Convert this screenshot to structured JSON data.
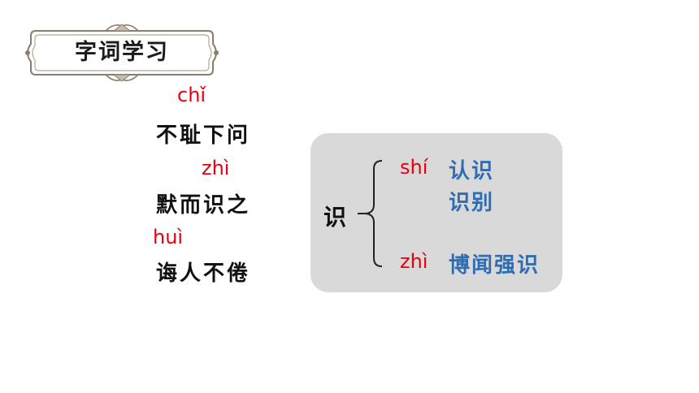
{
  "banner": {
    "title": "字词学习"
  },
  "entries": [
    {
      "pinyin": "chǐ",
      "phrase": "不耻下问"
    },
    {
      "pinyin": "zhì",
      "phrase": "默而识之"
    },
    {
      "pinyin": "huì",
      "phrase": "诲人不倦"
    }
  ],
  "panel": {
    "character": "识",
    "readings": [
      {
        "pinyin": "shí",
        "words": [
          "认识",
          "识别"
        ]
      },
      {
        "pinyin": "zhì",
        "words": [
          "博闻强识"
        ]
      }
    ]
  },
  "colors": {
    "pinyin": "#e60012",
    "words": "#2e6db4",
    "panel_bg": "#d9d9d9",
    "banner_border": "#8b7d6b"
  }
}
